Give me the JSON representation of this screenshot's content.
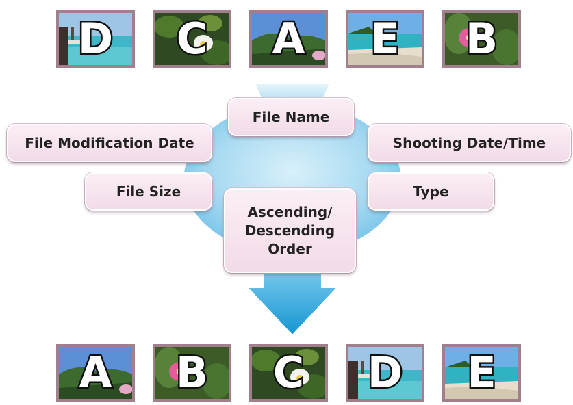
{
  "top_row": [
    {
      "letter": "D",
      "scene": "beach-dock"
    },
    {
      "letter": "C",
      "scene": "white-flower"
    },
    {
      "letter": "A",
      "scene": "coast-mountain"
    },
    {
      "letter": "E",
      "scene": "sandy-beach"
    },
    {
      "letter": "B",
      "scene": "pink-flower"
    }
  ],
  "bottom_row": [
    {
      "letter": "A",
      "scene": "coast-mountain"
    },
    {
      "letter": "B",
      "scene": "pink-flower"
    },
    {
      "letter": "C",
      "scene": "white-flower"
    },
    {
      "letter": "D",
      "scene": "beach-dock"
    },
    {
      "letter": "E",
      "scene": "sandy-beach"
    }
  ],
  "sort_options": {
    "file_name": "File Name",
    "file_modification_date": "File Modification Date",
    "shooting_date_time": "Shooting Date/Time",
    "file_size": "File Size",
    "type": "Type",
    "order_line1": "Ascending/",
    "order_line2": "Descending",
    "order_line3": "Order"
  },
  "colors": {
    "frame": "#a27f8d",
    "chip_fill": "#f6e4ee",
    "funnel_light": "#cdeaf7",
    "funnel_dark": "#1b97d3"
  }
}
